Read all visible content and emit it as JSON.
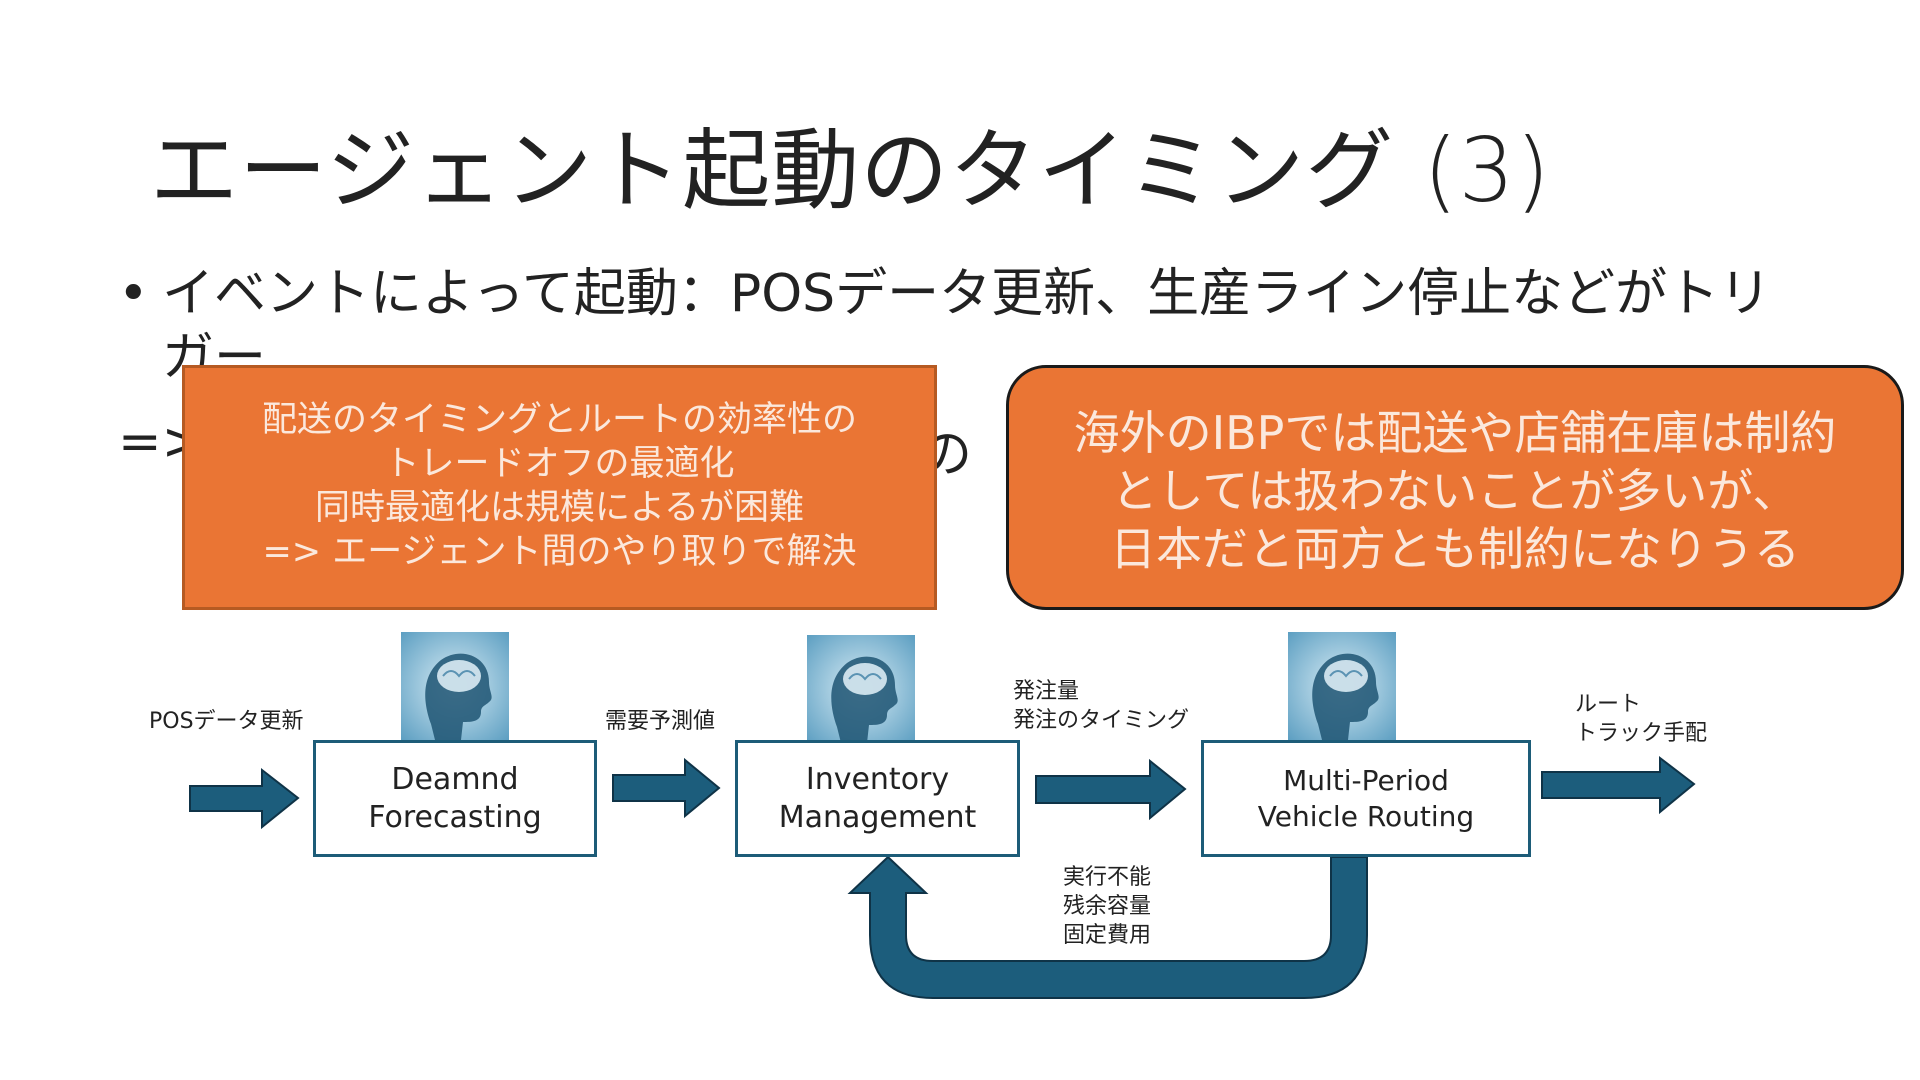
{
  "slide": {
    "title": "エージェント起動のタイミング (3)",
    "bullet": "イベントによって起動：POSデータ更新、生産ライン停止などがトリガー",
    "arrow_line_prefix": "=>",
    "arrow_line_tail": "の"
  },
  "callouts": {
    "left": [
      "配送のタイミングとルートの効率性の",
      "トレードオフの最適化",
      "同時最適化は規模によるが困難",
      "=> エージェント間のやり取りで解決"
    ],
    "right": [
      "海外のIBPでは配送や店舗在庫は制約",
      "としては扱わないことが多いが、",
      "日本だと両方とも制約になりうる"
    ]
  },
  "flow": {
    "input_label": "POSデータ更新",
    "nodes": [
      {
        "lines": [
          "Deamnd",
          "Forecasting"
        ]
      },
      {
        "lines": [
          "Inventory",
          "Management"
        ]
      },
      {
        "lines": [
          "Multi-Period",
          "Vehicle Routing"
        ]
      }
    ],
    "edge_labels": {
      "forecast_to_inventory": "需要予測値",
      "inventory_to_routing": [
        "発注量",
        "発注のタイミング"
      ],
      "output": [
        "ルート",
        "トラック手配"
      ],
      "feedback": [
        "実行不能",
        "残余容量",
        "固定費用"
      ]
    }
  },
  "colors": {
    "callout_fill": "#ea7534",
    "arrow_fill": "#1c5d7c",
    "arrow_stroke": "#0f3347",
    "node_border": "#1d5c78"
  },
  "icons": {
    "agent": "brain-head-icon"
  }
}
